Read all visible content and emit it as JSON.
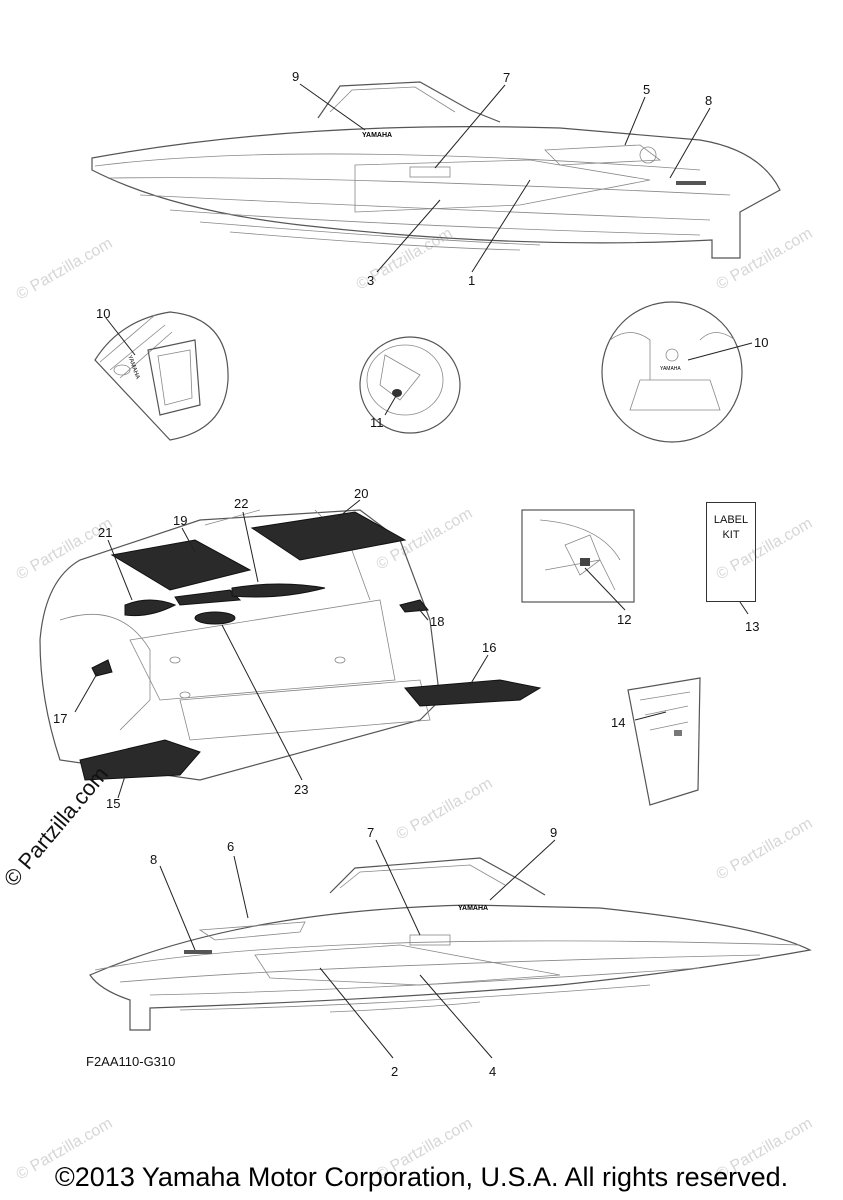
{
  "watermark": "© Partzilla.com",
  "diagram_code": "F2AA110-G310",
  "copyright": "©2013 Yamaha Motor Corporation, U.S.A. All rights reserved.",
  "label_kit": {
    "line1": "LABEL",
    "line2": "KIT"
  },
  "brand_text": "YAMAHA",
  "callouts": [
    "1",
    "2",
    "3",
    "4",
    "5",
    "6",
    "7",
    "8",
    "9",
    "10",
    "11",
    "12",
    "13",
    "14",
    "15",
    "16",
    "17",
    "18",
    "19",
    "20",
    "21",
    "22",
    "23"
  ]
}
